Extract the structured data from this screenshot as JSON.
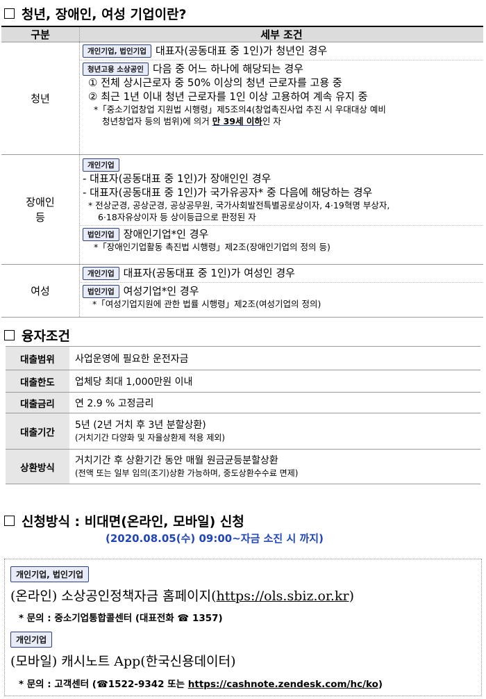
{
  "section1": {
    "title": "청년, 장애인, 여성 기업이란?",
    "header": {
      "col1": "구분",
      "col2": "세부 조건"
    },
    "youth": {
      "label": "청년",
      "tag1": "개인기업, 법인기업",
      "text1": "대표자(공동대표 중 1인)가 청년인 경우",
      "tag2": "청년고용 소상공인",
      "text2": "다음 중 어느 하나에 해당되는 경우",
      "item1": "① 전체 상시근로자 중 50% 이상의 청년 근로자를 고용 중",
      "item2": "② 최근 1년 이내 청년 근로자를 1인 이상 고용하여 계속 유지 중",
      "note1": "*「중소기업창업 지원법 시행령」제5조의4(창업촉진사업 추진 시 우대대상 예비",
      "note2a": "청년창업자 등의 범위)에 의거 ",
      "note2b": "만 39세 이하",
      "note2c": "인 자"
    },
    "disabled": {
      "label1": "장애인",
      "label2": "등",
      "tag1": "개인기업",
      "line1": "- 대표자(공동대표 중 1인)가 장애인인 경우",
      "line2": "- 대표자(공동대표 중 1인)가 국가유공자* 중 다음에 해당하는 경우",
      "note1": "* 전상군경, 공상군경, 공상공무원, 국가사회발전특별공로상이자, 4·19혁명 부상자,",
      "note2": "6·18자유상이자 등 상이등급으로 판정된 자",
      "tag2": "법인기업",
      "text2": "장애인기업*인 경우",
      "note3": "*「장애인기업활동 촉진법 시행령」제2조(장애인기업의 정의 등)"
    },
    "female": {
      "label": "여성",
      "tag1": "개인기업",
      "text1": "대표자(공동대표 중 1인)가 여성인 경우",
      "tag2": "법인기업",
      "text2": "여성기업*인 경우",
      "note": "*「여성기업지원에 관한 법률 시행령」제2조(여성기업의 정의)"
    }
  },
  "section2": {
    "title": "융자조건",
    "rows": [
      {
        "label": "대출범위",
        "value": "사업운영에 필요한 운전자금"
      },
      {
        "label": "대출한도",
        "value": "업체당 최대 1,000만원 이내"
      },
      {
        "label": "대출금리",
        "value": "연 2.9 % 고정금리"
      },
      {
        "label": "대출기간",
        "value": "5년 (2년 거치 후 3년 분할상환)",
        "sub": "(거치기간 다양화 및 자율상환제 적용 제외)"
      },
      {
        "label": "상환방식",
        "value": "거치기간 후 상환기간 동안 매월 원금균등분할상환",
        "sub": "(전액 또는 일부 임의(조기)상환 가능하며, 중도상환수수료 면제)"
      }
    ]
  },
  "section3": {
    "title": "신청방식 : 비대면(온라인, 모바일) 신청",
    "date": "(2020.08.05(수) 09:00~자금 소진 시 까지)",
    "online_tag": "개인기업, 법인기업",
    "online_prefix": "(온라인) 소상공인정책자금 홈페이지(",
    "online_url": "https://ols.sbiz.or.kr",
    "online_suffix": ")",
    "online_inquiry": "* 문의 : 중소기업통합콜센터 (대표전화 ☎ 1357)",
    "mobile_tag": "개인기업",
    "mobile_text": "(모바일) 캐시노트 App(한국신용데이터)",
    "mobile_inquiry_prefix": "* 문의 : 고객센터 (☎1522-9342 또는 ",
    "mobile_url": "https://cashnote.zendesk.com/hc/ko",
    "mobile_inquiry_suffix": ")"
  }
}
